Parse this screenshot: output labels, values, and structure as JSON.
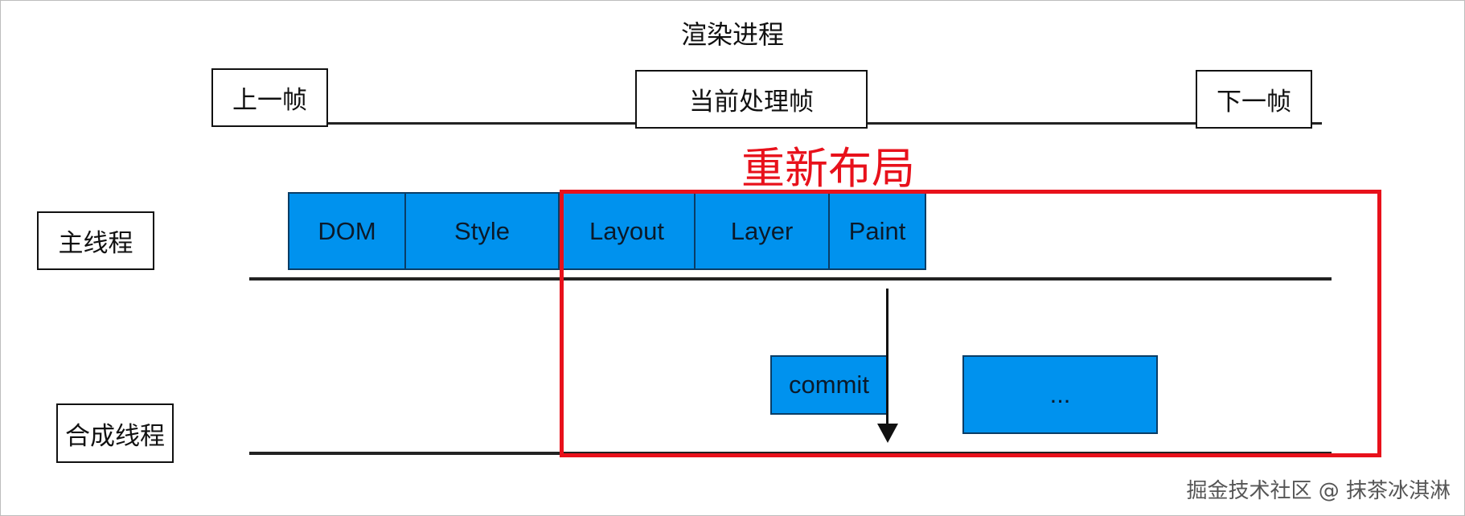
{
  "title": "渲染进程",
  "frames": {
    "prev": "上一帧",
    "current": "当前处理帧",
    "next": "下一帧"
  },
  "threads": {
    "main": "主线程",
    "compositor": "合成线程"
  },
  "main_thread_steps": [
    "DOM",
    "Style",
    "Layout",
    "Layer",
    "Paint"
  ],
  "compositor_steps": {
    "commit": "commit",
    "ellipsis": "..."
  },
  "highlight": {
    "label": "重新布局",
    "color": "#e8111b"
  },
  "colors": {
    "task_block": "#0092ee"
  },
  "watermark": "掘金技术社区 @ 抹茶冰淇淋"
}
